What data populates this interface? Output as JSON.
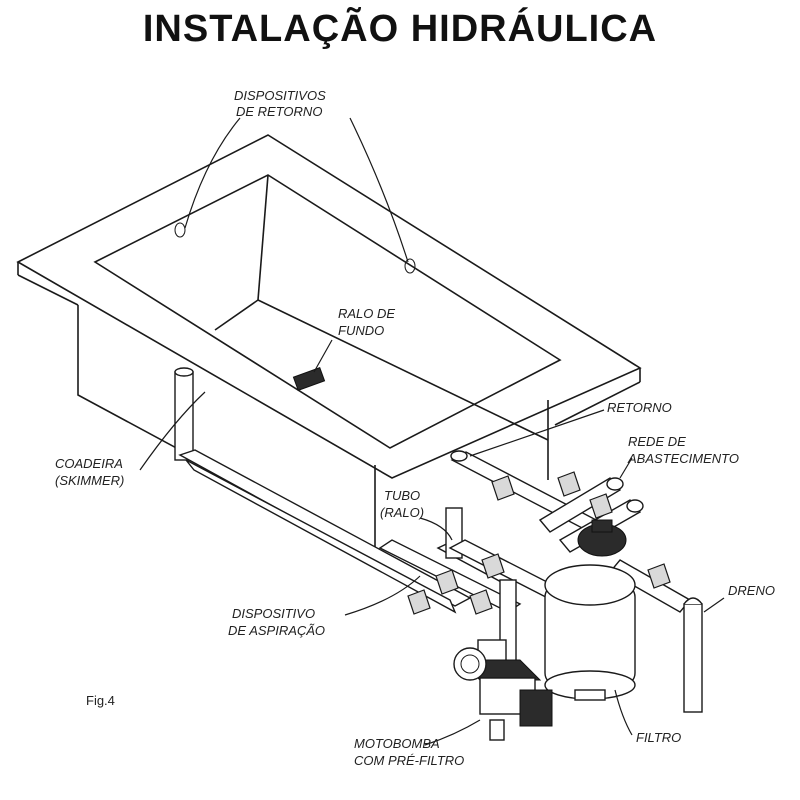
{
  "title": "INSTALAÇÃO HIDRÁULICA",
  "figure_label": "Fig.4",
  "labels": {
    "dispositivos_de_retorno": [
      "DISPOSITIVOS",
      "DE RETORNO"
    ],
    "ralo_de_fundo": [
      "RALO DE",
      "FUNDO"
    ],
    "retorno": [
      "RETORNO"
    ],
    "rede_de_abastecimento": [
      "REDE DE",
      "ABASTECIMENTO"
    ],
    "coadeira": [
      "COADEIRA",
      "(SKIMMER)"
    ],
    "tubo_ralo": [
      "TUBO",
      "(RALO)"
    ],
    "dreno": [
      "DRENO"
    ],
    "dispositivo_de_aspiracao": [
      "DISPOSITIVO",
      "DE ASPIRAÇÃO"
    ],
    "filtro": [
      "FILTRO"
    ],
    "motobomba": [
      "MOTOBOMBA",
      "COM PRÉ-FILTRO"
    ]
  }
}
